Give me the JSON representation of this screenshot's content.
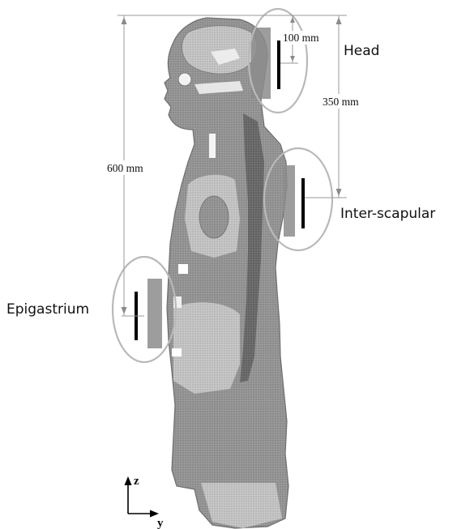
{
  "labels": {
    "head": "Head",
    "inter_scapular": "Inter-scapular",
    "epigastrium": "Epigastrium"
  },
  "dimensions": {
    "d100": "100 mm",
    "d350": "350 mm",
    "d600": "600 mm"
  },
  "axes": {
    "vertical": "z",
    "horizontal": "y"
  },
  "colors": {
    "body_dark": "#7a7a7a",
    "body_mid": "#a8a8a8",
    "body_light": "#d2d2d2",
    "ellipse": "#b9b9b9",
    "probe_block": "#8c8c8c",
    "probe_bar": "#000000"
  }
}
